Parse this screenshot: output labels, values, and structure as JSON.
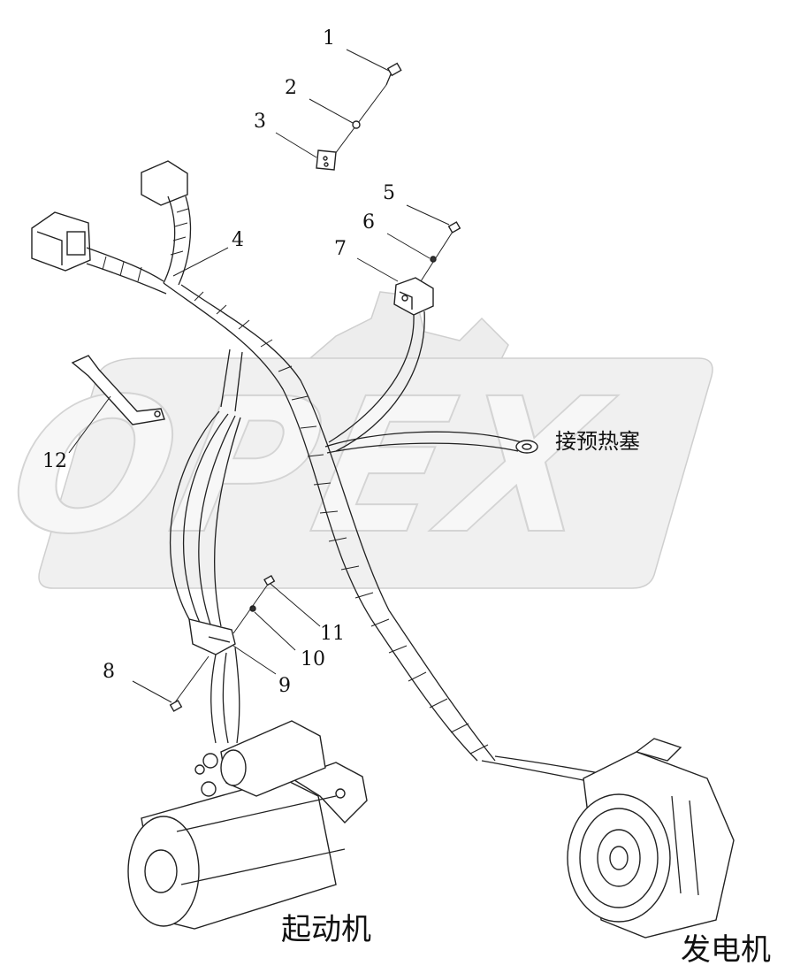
{
  "watermark": {
    "text": "OPEX"
  },
  "callouts": [
    "1",
    "2",
    "3",
    "4",
    "5",
    "6",
    "7",
    "8",
    "9",
    "10",
    "11",
    "12"
  ],
  "labels": {
    "glow_plug": "接预热塞",
    "starter": "起动机",
    "alternator": "发电机"
  },
  "colors": {
    "line": "#222222",
    "watermark": "#d4d4d4",
    "background": "#ffffff"
  }
}
